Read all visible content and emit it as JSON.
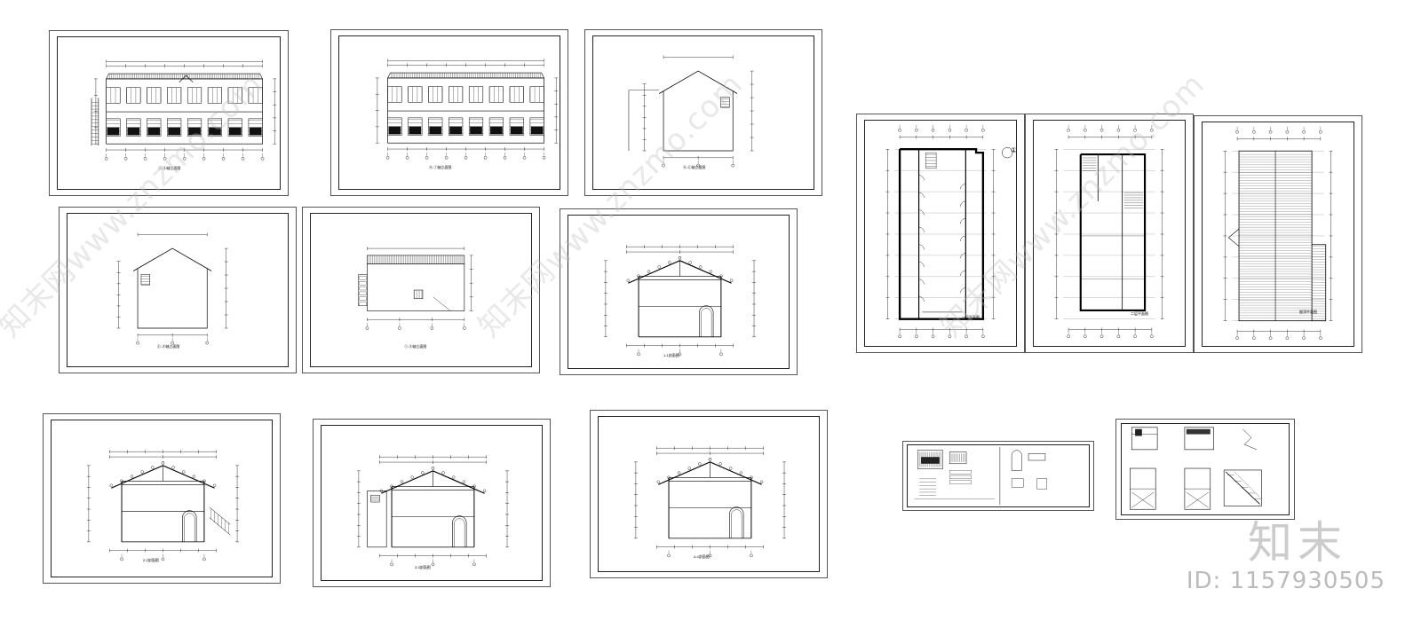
{
  "sheets": [
    {
      "id": "elev-front",
      "kind": "elevation-long",
      "caption": "①-⑨轴立面图",
      "caption2": ""
    },
    {
      "id": "elev-rear",
      "kind": "elevation-long2",
      "caption": "⑨-①轴立面图",
      "caption2": ""
    },
    {
      "id": "elev-side-a",
      "kind": "gable",
      "caption": "Ⓐ-Ⓒ轴立面图",
      "caption2": ""
    },
    {
      "id": "elev-side-b",
      "kind": "gable2",
      "caption": "Ⓒ-Ⓐ轴立面图",
      "caption2": ""
    },
    {
      "id": "elev-rear-low",
      "kind": "shed",
      "caption": "①-⑨轴立面图",
      "caption2": ""
    },
    {
      "id": "section-1",
      "kind": "section",
      "caption": "1-1剖面图",
      "caption2": ""
    },
    {
      "id": "section-2",
      "kind": "section2",
      "caption": "2-2剖面图",
      "caption2": ""
    },
    {
      "id": "section-3",
      "kind": "section3",
      "caption": "3-3剖面图",
      "caption2": ""
    },
    {
      "id": "section-4",
      "kind": "section",
      "caption": "4-4剖面图",
      "caption2": ""
    },
    {
      "id": "plan-1",
      "kind": "plan1",
      "caption": "一层平面图",
      "caption2": "①"
    },
    {
      "id": "plan-2",
      "kind": "plan2",
      "caption": "二层平面图",
      "caption2": ""
    },
    {
      "id": "plan-roof",
      "kind": "roof",
      "caption": "屋顶平面图",
      "caption2": ""
    },
    {
      "id": "details-1",
      "kind": "details",
      "caption": "",
      "caption2": ""
    },
    {
      "id": "details-2",
      "kind": "details2",
      "caption": "",
      "caption2": ""
    }
  ],
  "watermark": {
    "text": "知末网www.znzmo.com",
    "logo": "知末",
    "id_label": "ID: 1157930505"
  }
}
